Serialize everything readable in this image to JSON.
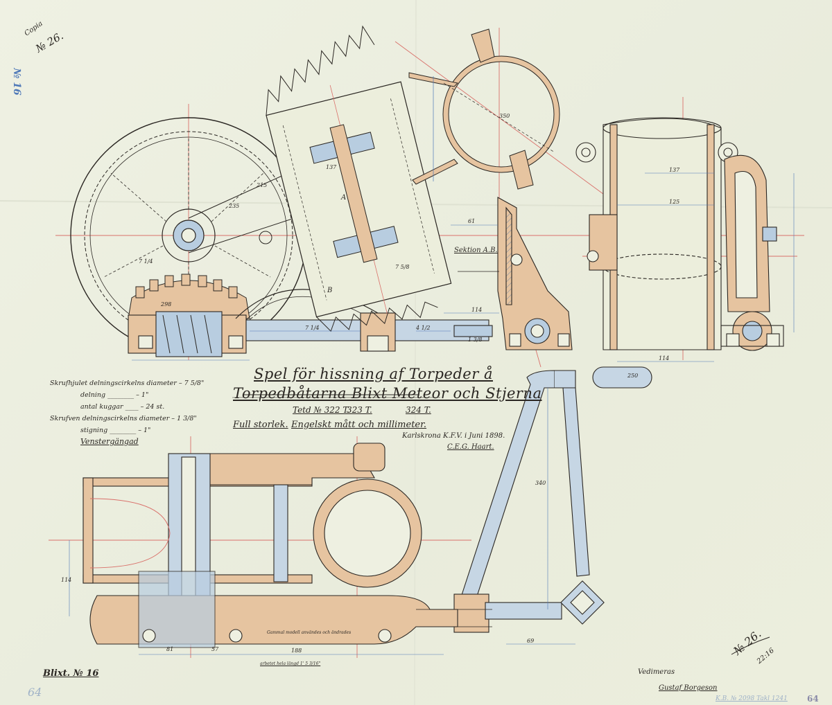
{
  "sheet": {
    "copy_mark": "Copia",
    "number_top": "№ 26.",
    "blue_stamp": "№ 16",
    "title_line1": "Spel för hissning af Torpeder å",
    "title_line2": "Torpedbåtarna Blixt Meteor och Stjerna",
    "build_numbers": [
      "Tetd № 322 T.",
      "323 T.",
      "324 T."
    ],
    "scale_note": "Full storlek.",
    "units_note": "Engelskt mått och millimeter.",
    "place_date": "Karlskrona K.F.V. i Juni 1898.",
    "signature": "C.E.G. Haart.",
    "section_label": "Sektion A.B.",
    "label_A": "A",
    "label_B": "B",
    "sheet_ref": "Blixt. № 16",
    "faint_number": "64",
    "stamp_number": "№ 26.",
    "stamp_sub": "22:16",
    "approval_1": "Vedimeras",
    "approval_2": "Gustaf Borgeson",
    "archive_ref": "K.B. № 2098 Takl 1241",
    "archive_page": "64",
    "bottom_note": "Gammal modell användes och ändrades",
    "bottom_total": "arbetet hela längd 1' 5 3/16\""
  },
  "specs": [
    {
      "label": "Skrufhjulet delningscirkelns diameter",
      "value": "7 5/8\""
    },
    {
      "label": "delning",
      "value": "1\""
    },
    {
      "label": "antal kuggar",
      "value": "24 st."
    },
    {
      "label": "Skrufven delningscirkelns diameter",
      "value": "1 3/8\""
    },
    {
      "label": "stigning",
      "value": "1\""
    },
    {
      "label": "Venstergängad",
      "value": ""
    }
  ],
  "dimensions": {
    "d1": "215",
    "d2": "235",
    "d3": "7 5/8",
    "d4": "7 1/4",
    "d5": "4 1/2",
    "d6": "1 3/8",
    "d7": "137",
    "d8": "125",
    "d9": "114",
    "d10": "61",
    "d11": "350",
    "d12": "250",
    "d13": "340",
    "d14": "188",
    "d15": "298",
    "d16": "69",
    "d17": "57",
    "d18": "81"
  },
  "colors": {
    "ink": "#2a2622",
    "cast": "#e6c4a0",
    "steel": "#b8cde0",
    "center": "#d9706a",
    "paper": "#eef0e1"
  }
}
